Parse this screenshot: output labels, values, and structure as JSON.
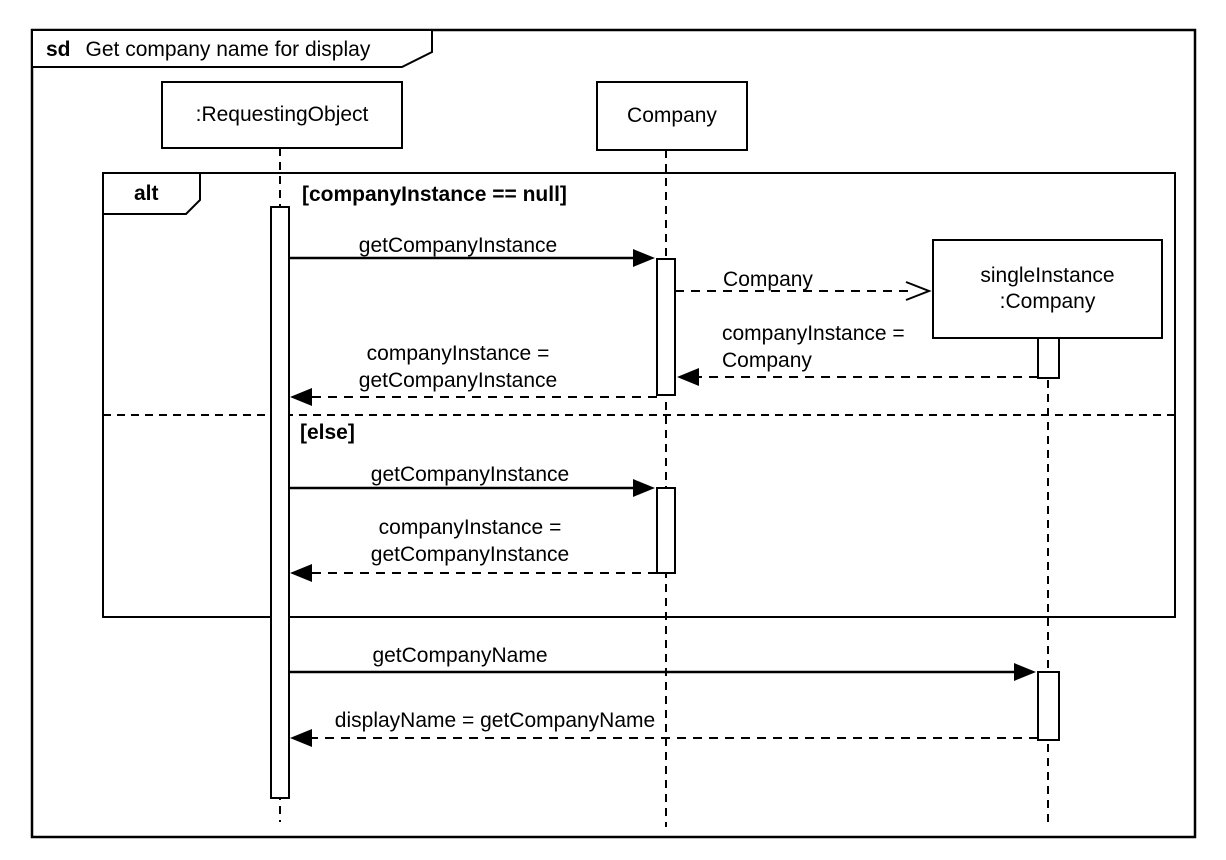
{
  "frame": {
    "kind_label": "sd",
    "title": "Get company name for display"
  },
  "lifelines": {
    "requesting_object": {
      "label": ":RequestingObject"
    },
    "company": {
      "label": "Company"
    },
    "single_instance": {
      "label_line1": "singleInstance",
      "label_line2": ":Company"
    }
  },
  "fragment": {
    "operator": "alt",
    "guards": [
      "[companyInstance == null]",
      "[else]"
    ]
  },
  "messages": {
    "get_company_instance_1": {
      "label": "getCompanyInstance",
      "type": "sync"
    },
    "create_company": {
      "label": "Company",
      "type": "create"
    },
    "assign_company_instance": {
      "line1": "companyInstance =",
      "line2": "Company",
      "type": "return"
    },
    "return_get_company_instance_1": {
      "line1": "companyInstance =",
      "line2": "getCompanyInstance",
      "type": "return"
    },
    "get_company_instance_2": {
      "label": "getCompanyInstance",
      "type": "sync"
    },
    "return_get_company_instance_2": {
      "line1": "companyInstance =",
      "line2": "getCompanyInstance",
      "type": "return"
    },
    "get_company_name": {
      "label": "getCompanyName",
      "type": "sync"
    },
    "return_get_company_name": {
      "label": "displayName = getCompanyName",
      "type": "return"
    }
  },
  "colors": {
    "stroke": "#000000",
    "background": "#ffffff",
    "shape_fill": "#ffffff"
  }
}
